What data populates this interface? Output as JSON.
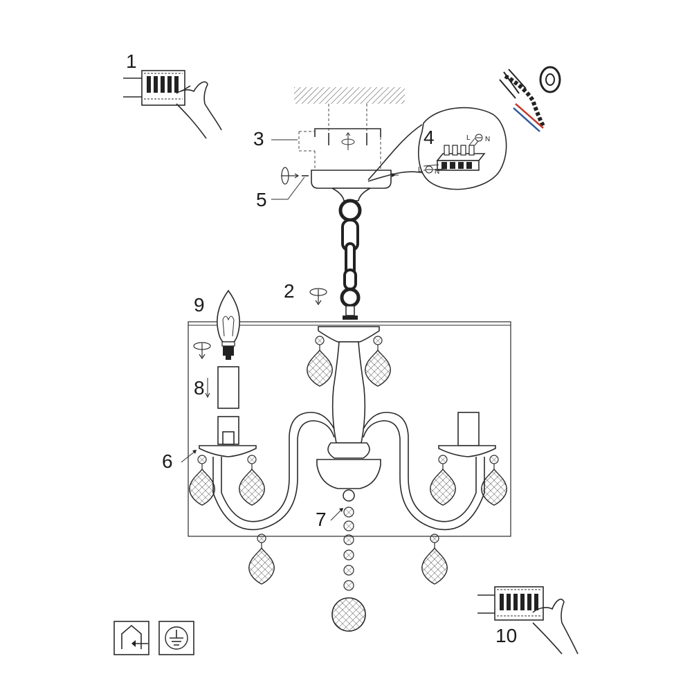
{
  "steps": {
    "s1": "1",
    "s2": "2",
    "s3": "3",
    "s4": "4",
    "s5": "5",
    "s6": "6",
    "s7": "7",
    "s8": "8",
    "s9": "9",
    "s10": "10"
  },
  "terminal": {
    "live_top": "L",
    "neutral_top": "N",
    "live_bottom": "L",
    "neutral_bottom": "N"
  },
  "icons": {
    "indoor": "indoor-use-icon",
    "ground": "protective-earth-icon",
    "tape": "insulating-tape-icon"
  }
}
